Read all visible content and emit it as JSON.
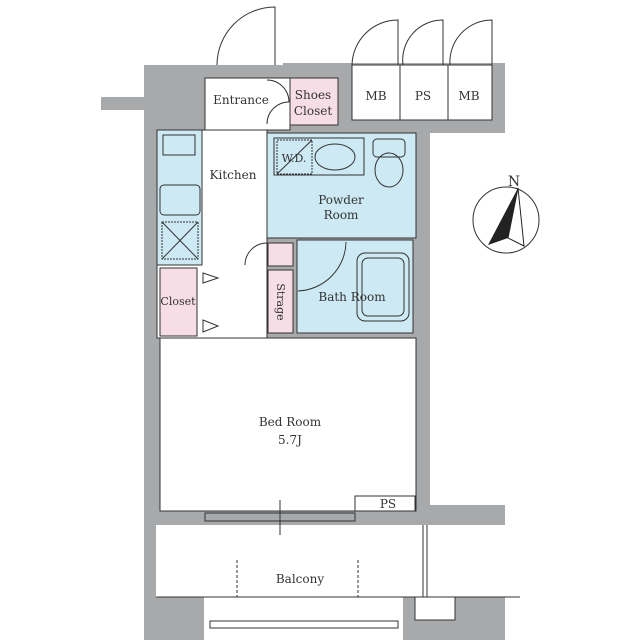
{
  "colors": {
    "wall": "#a7a9ab",
    "wet_area": "#cde9f4",
    "storage": "#f6dde6",
    "line": "#333333"
  },
  "rooms": {
    "entrance": "Entrance",
    "shoes_closet_1": "Shoes",
    "shoes_closet_2": "Closet",
    "mb_left": "MB",
    "ps_top": "PS",
    "mb_right": "MB",
    "kitchen": "Kitchen",
    "wd": "W.D.",
    "powder_1": "Powder",
    "powder_2": "Room",
    "closet": "Closet",
    "storage": "Strage",
    "bath": "Bath Room",
    "bed": "Bed Room",
    "bed_size": "5.7J",
    "ps_bottom": "PS",
    "balcony": "Balcony"
  },
  "compass": {
    "label": "N"
  }
}
